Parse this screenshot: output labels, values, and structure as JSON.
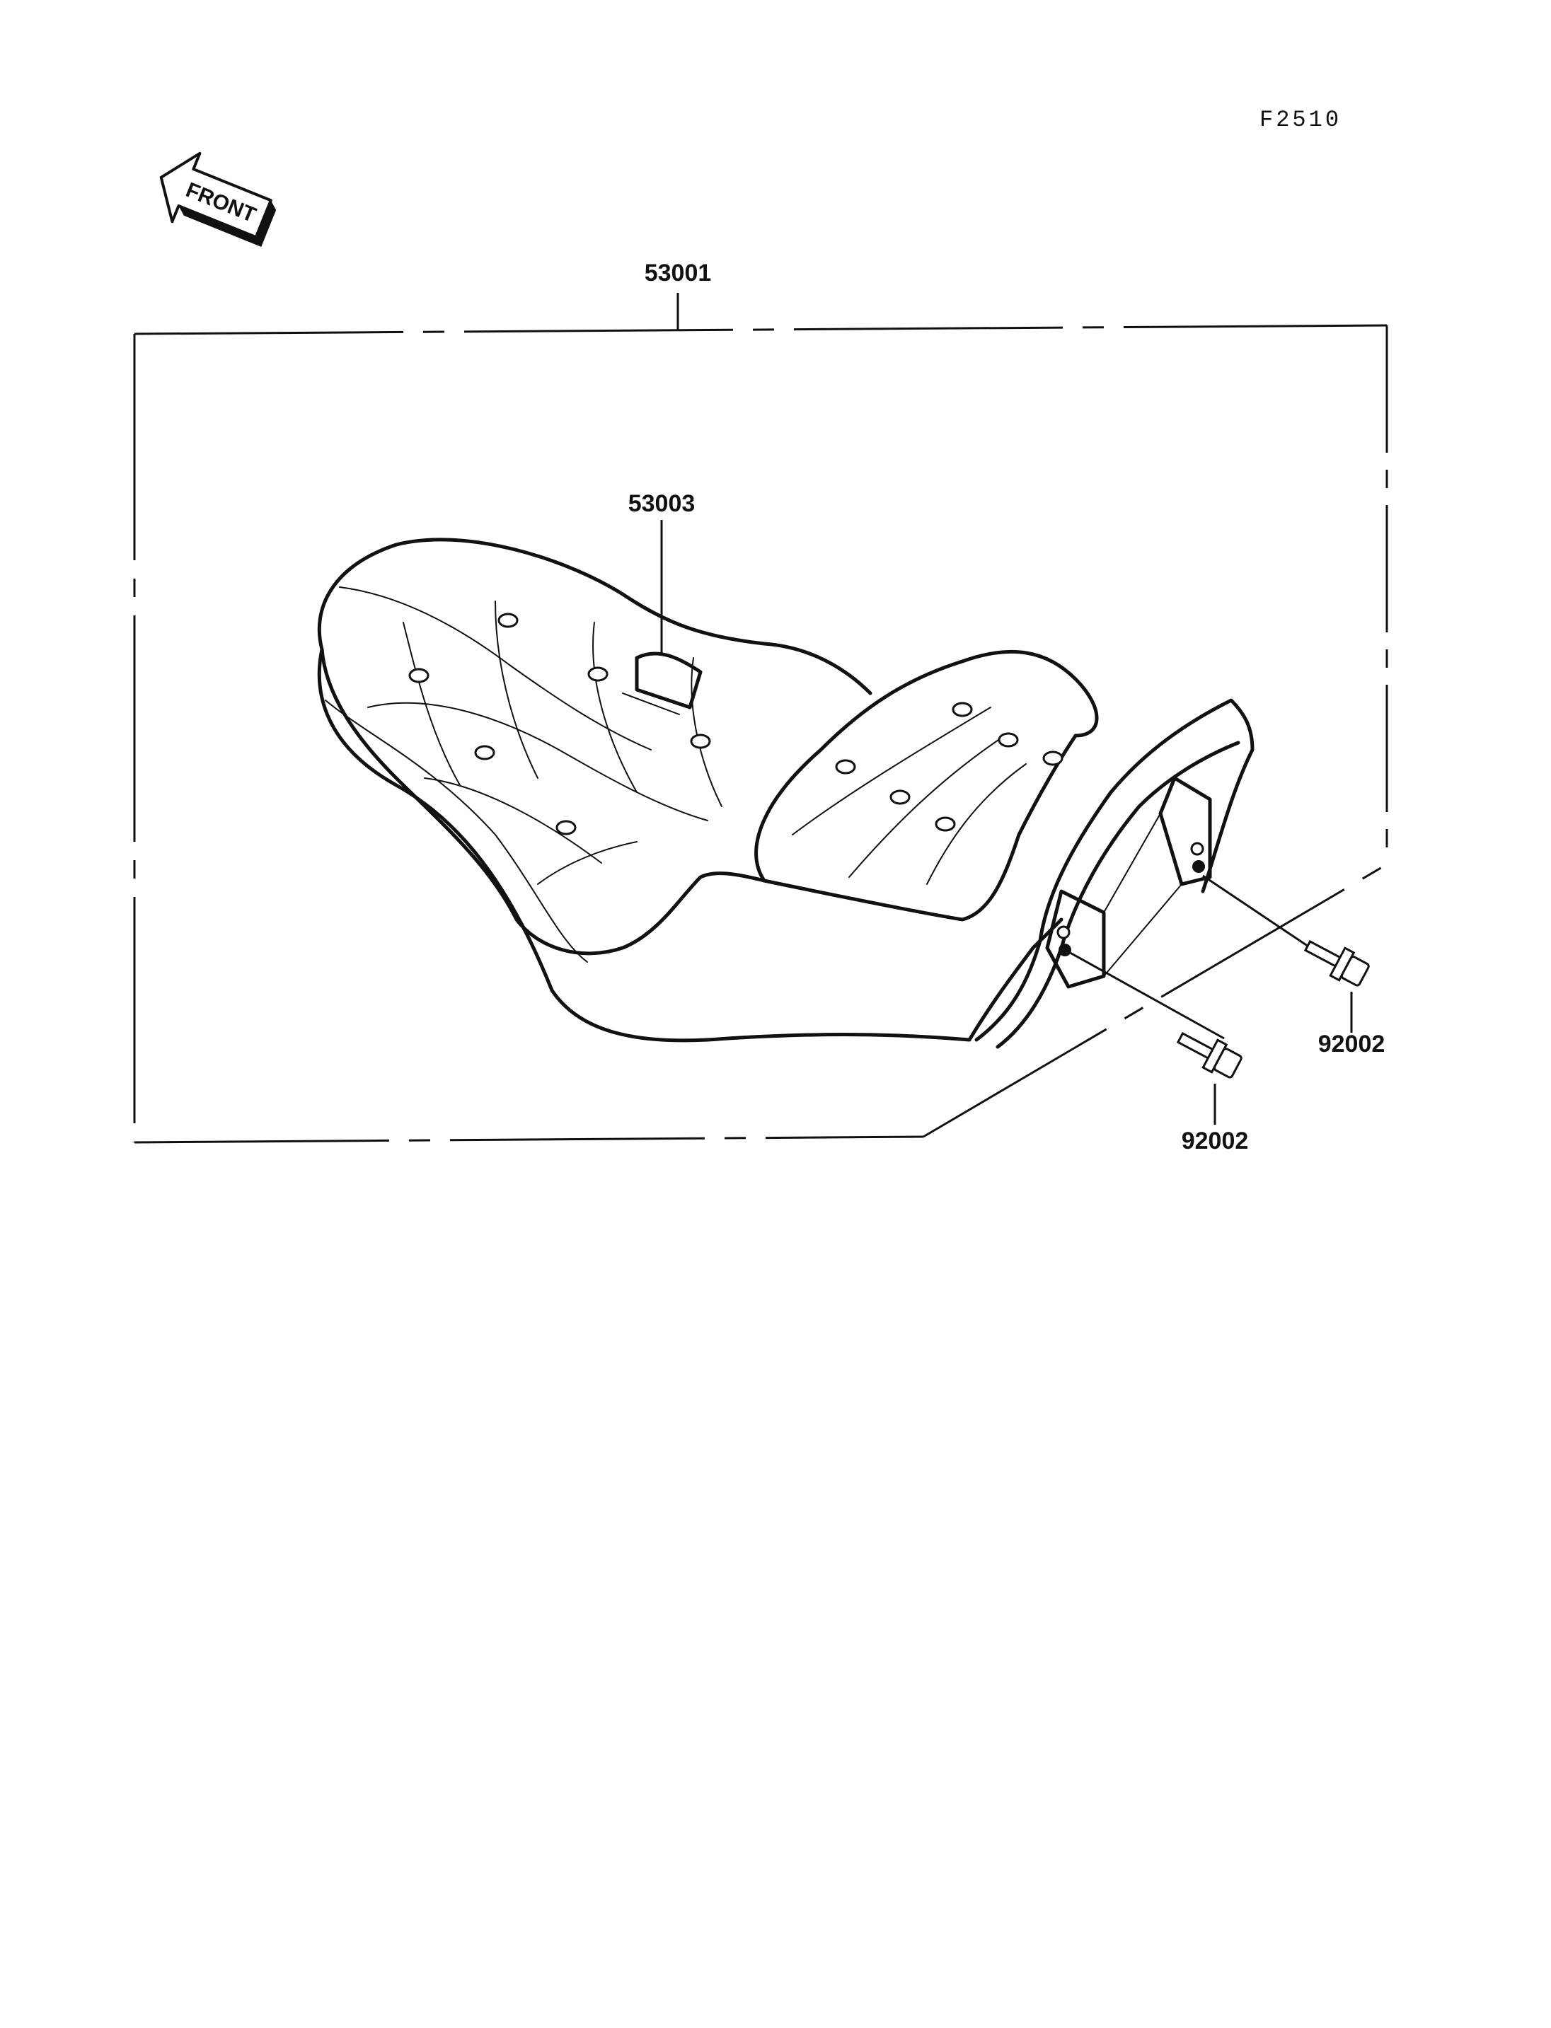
{
  "diagram": {
    "figure_code": "F2510",
    "front_arrow_label": "FRONT",
    "parts": {
      "seat_assembly": "53001",
      "seat_strap": "53003",
      "bolt_upper": "92002",
      "bolt_lower": "92002"
    }
  }
}
